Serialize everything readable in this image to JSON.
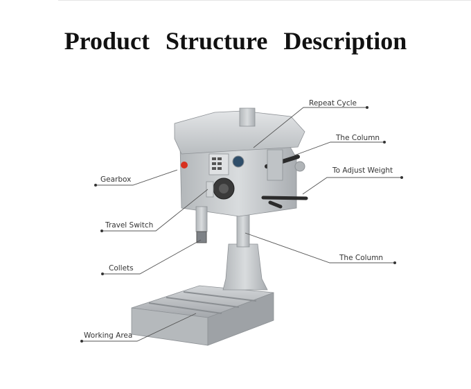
{
  "title": "Product   Structure   Description",
  "labels": {
    "repeat_cycle": "Repeat Cycle",
    "column_top": "The Column",
    "adjust_weight": "To Adjust Weight",
    "gearbox": "Gearbox",
    "travel_switch": "Travel Switch",
    "column_bottom": "The Column",
    "collets": "Collets",
    "working_area": "Working Area"
  },
  "colors": {
    "machine_body": "#c9ccce",
    "machine_shadow": "#9fa3a7",
    "handle_dark": "#2b2b2b",
    "button_red": "#d7301f"
  }
}
